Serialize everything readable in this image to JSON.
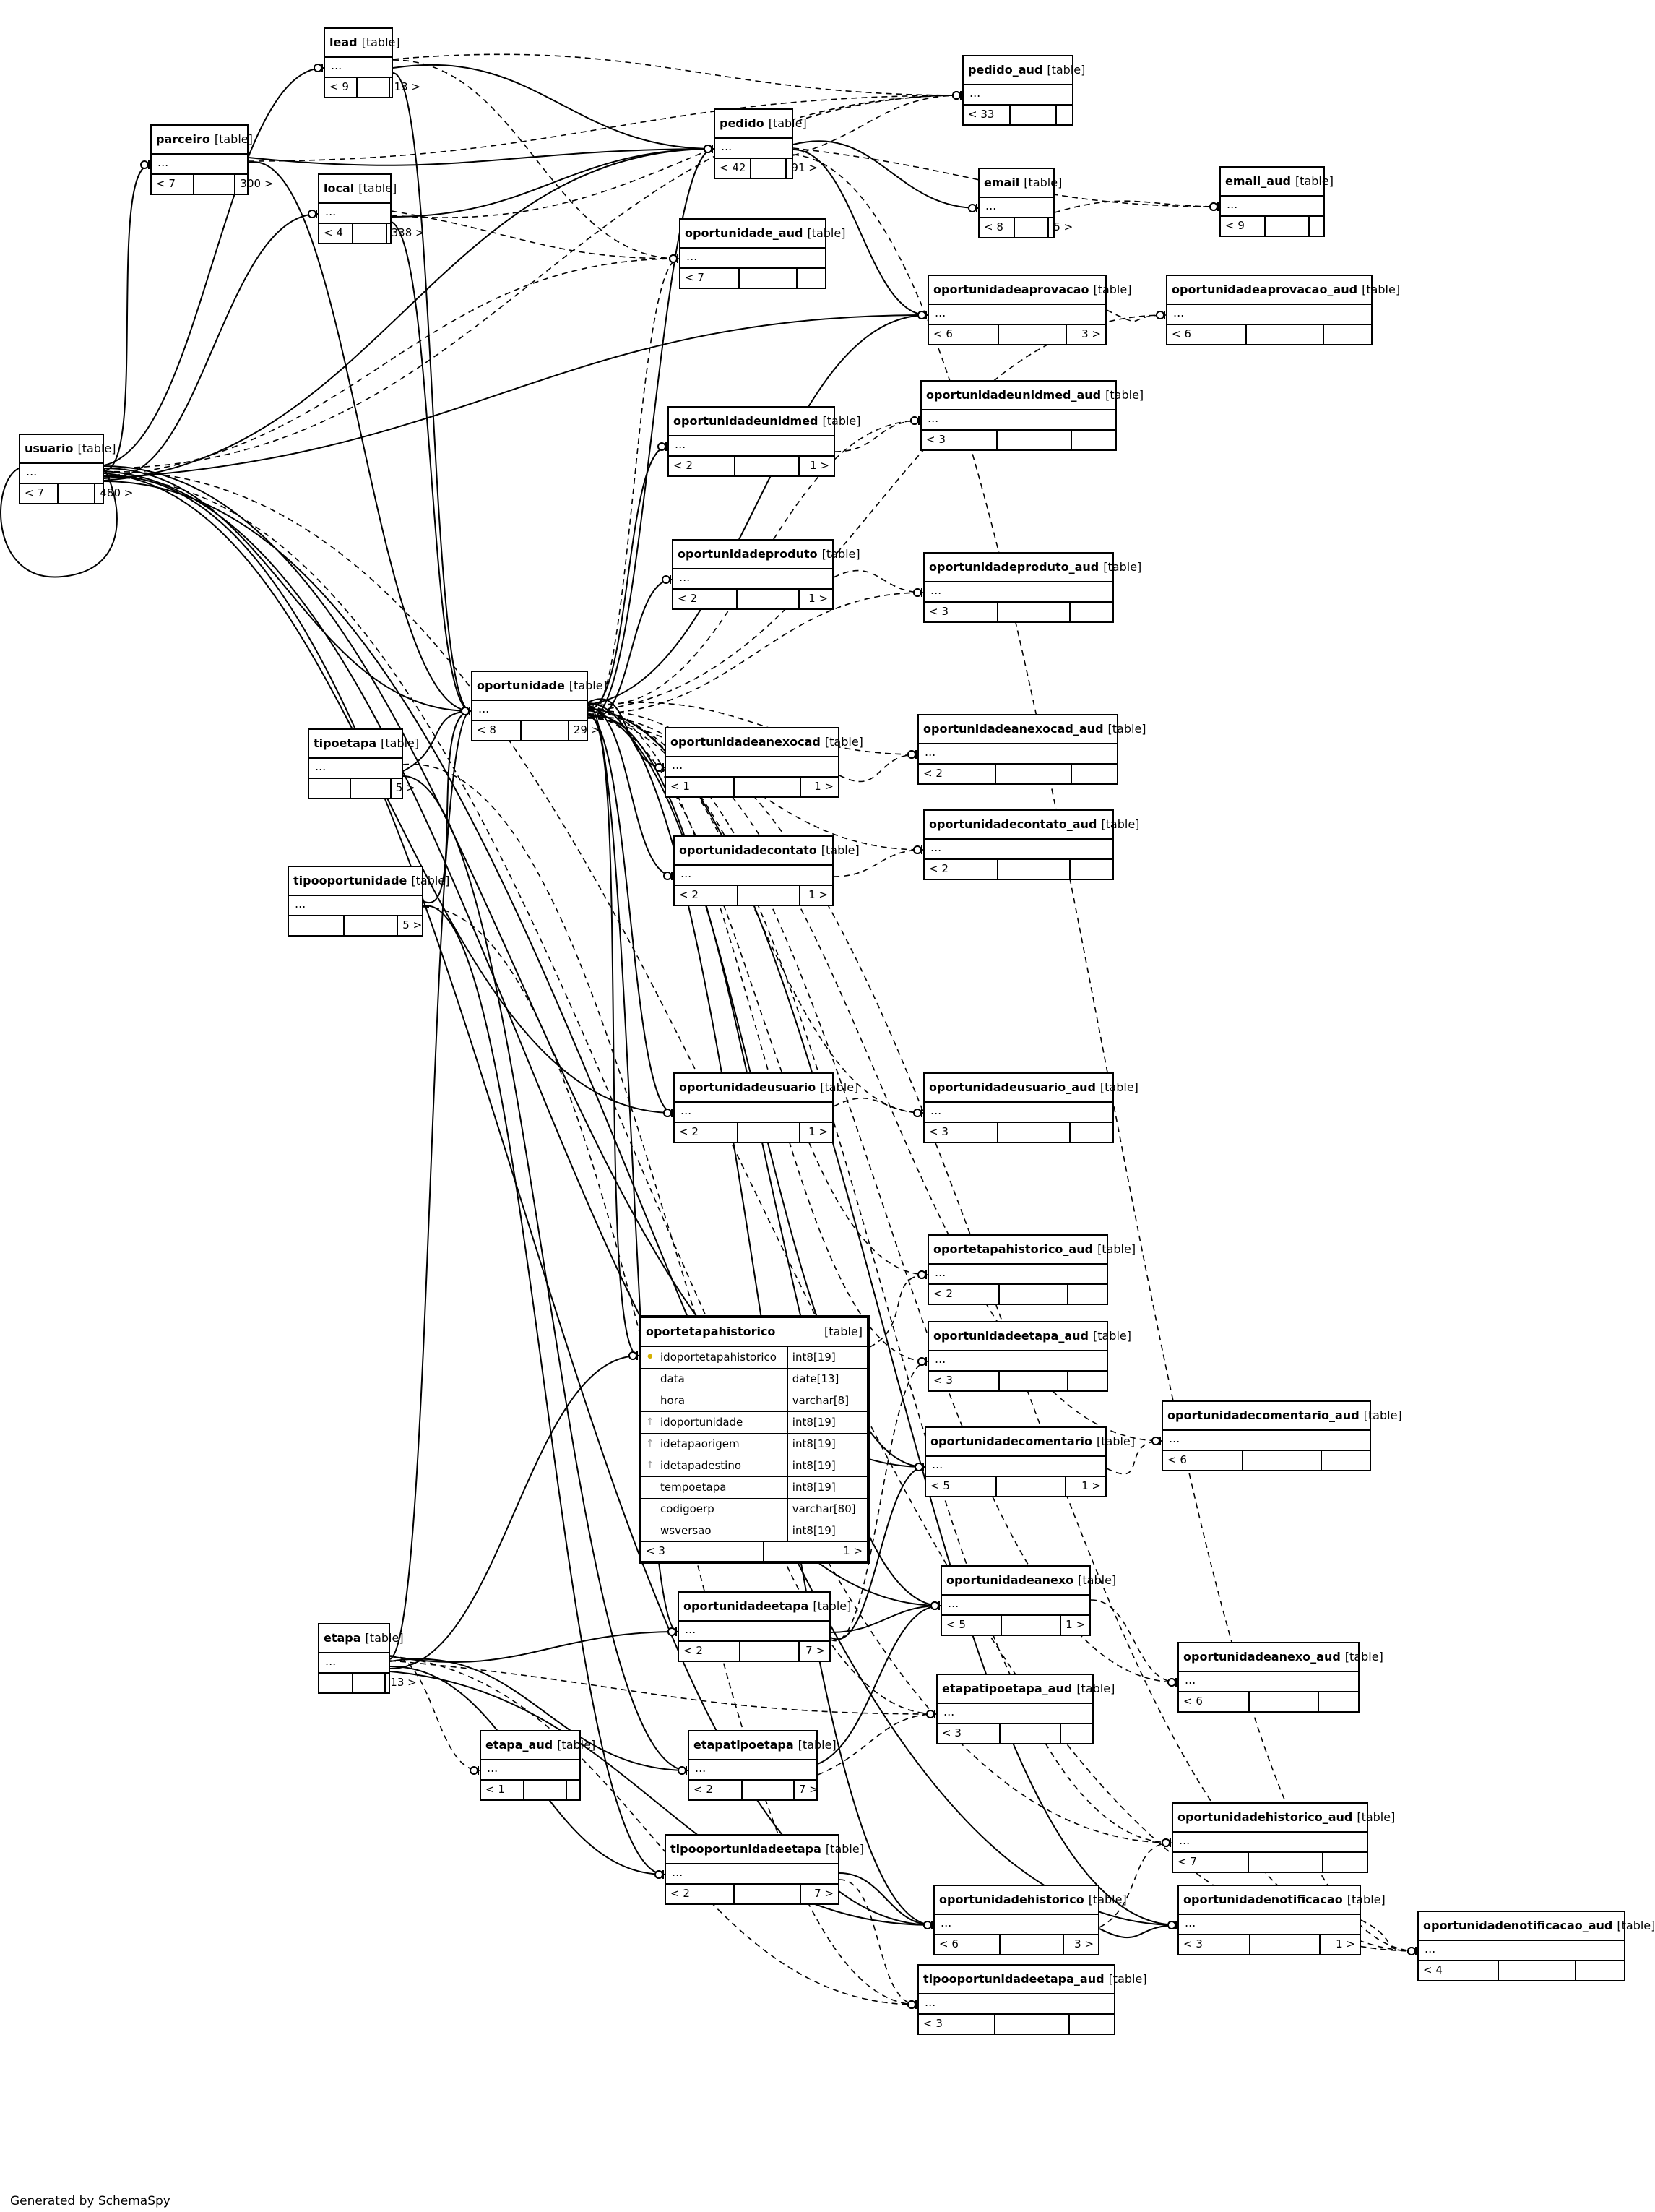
{
  "generated_by": "Generated by SchemaSpy",
  "tables": [
    {
      "id": "lead",
      "name": "lead",
      "tag": "[table]",
      "left": "< 9",
      "mid": "",
      "right": "13 >"
    },
    {
      "id": "parceiro",
      "name": "parceiro",
      "tag": "[table]",
      "left": "< 7",
      "mid": "",
      "right": "300 >"
    },
    {
      "id": "local",
      "name": "local",
      "tag": "[table]",
      "left": "< 4",
      "mid": "",
      "right": "338 >"
    },
    {
      "id": "usuario",
      "name": "usuario",
      "tag": "[table]",
      "left": "< 7",
      "mid": "",
      "right": "480 >"
    },
    {
      "id": "pedido_aud",
      "name": "pedido_aud",
      "tag": "[table]",
      "left": "< 33",
      "mid": "",
      "right": ""
    },
    {
      "id": "pedido",
      "name": "pedido",
      "tag": "[table]",
      "left": "< 42",
      "mid": "",
      "right": "91 >"
    },
    {
      "id": "email",
      "name": "email",
      "tag": "[table]",
      "left": "< 8",
      "mid": "",
      "right": "5 >"
    },
    {
      "id": "email_aud",
      "name": "email_aud",
      "tag": "[table]",
      "left": "< 9",
      "mid": "",
      "right": ""
    },
    {
      "id": "oportunidade_aud",
      "name": "oportunidade_aud",
      "tag": "[table]",
      "left": "< 7",
      "mid": "",
      "right": ""
    },
    {
      "id": "oportunidadeaprovacao",
      "name": "oportunidadeaprovacao",
      "tag": "[table]",
      "left": "< 6",
      "mid": "",
      "right": "3 >"
    },
    {
      "id": "oportunidadeaprovacao_aud",
      "name": "oportunidadeaprovacao_aud",
      "tag": "[table]",
      "left": "< 6",
      "mid": "",
      "right": ""
    },
    {
      "id": "oportunidadeunidmed",
      "name": "oportunidadeunidmed",
      "tag": "[table]",
      "left": "< 2",
      "mid": "",
      "right": "1 >"
    },
    {
      "id": "oportunidadeunidmed_aud",
      "name": "oportunidadeunidmed_aud",
      "tag": "[table]",
      "left": "< 3",
      "mid": "",
      "right": ""
    },
    {
      "id": "oportunidadeproduto",
      "name": "oportunidadeproduto",
      "tag": "[table]",
      "left": "< 2",
      "mid": "",
      "right": "1 >"
    },
    {
      "id": "oportunidadeproduto_aud",
      "name": "oportunidadeproduto_aud",
      "tag": "[table]",
      "left": "< 3",
      "mid": "",
      "right": ""
    },
    {
      "id": "oportunidade",
      "name": "oportunidade",
      "tag": "[table]",
      "left": "< 8",
      "mid": "",
      "right": "29 >"
    },
    {
      "id": "tipoetapa",
      "name": "tipoetapa",
      "tag": "[table]",
      "left": "",
      "mid": "",
      "right": "5 >"
    },
    {
      "id": "oportunidadeanexocad",
      "name": "oportunidadeanexocad",
      "tag": "[table]",
      "left": "< 1",
      "mid": "",
      "right": "1 >"
    },
    {
      "id": "oportunidadeanexocad_aud",
      "name": "oportunidadeanexocad_aud",
      "tag": "[table]",
      "left": "< 2",
      "mid": "",
      "right": ""
    },
    {
      "id": "oportunidadecontato",
      "name": "oportunidadecontato",
      "tag": "[table]",
      "left": "< 2",
      "mid": "",
      "right": "1 >"
    },
    {
      "id": "oportunidadecontato_aud",
      "name": "oportunidadecontato_aud",
      "tag": "[table]",
      "left": "< 2",
      "mid": "",
      "right": ""
    },
    {
      "id": "tipooportunidade",
      "name": "tipooportunidade",
      "tag": "[table]",
      "left": "",
      "mid": "",
      "right": "5 >"
    },
    {
      "id": "oportunidadeusuario",
      "name": "oportunidadeusuario",
      "tag": "[table]",
      "left": "< 2",
      "mid": "",
      "right": "1 >"
    },
    {
      "id": "oportunidadeusuario_aud",
      "name": "oportunidadeusuario_aud",
      "tag": "[table]",
      "left": "< 3",
      "mid": "",
      "right": ""
    },
    {
      "id": "oportetapahistorico_aud",
      "name": "oportetapahistorico_aud",
      "tag": "[table]",
      "left": "< 2",
      "mid": "",
      "right": ""
    },
    {
      "id": "oportunidadeetapa_aud",
      "name": "oportunidadeetapa_aud",
      "tag": "[table]",
      "left": "< 3",
      "mid": "",
      "right": ""
    },
    {
      "id": "oportunidadecomentario_aud",
      "name": "oportunidadecomentario_aud",
      "tag": "[table]",
      "left": "< 6",
      "mid": "",
      "right": ""
    },
    {
      "id": "oportunidadecomentario",
      "name": "oportunidadecomentario",
      "tag": "[table]",
      "left": "< 5",
      "mid": "",
      "right": "1 >"
    },
    {
      "id": "oportunidadeanexo",
      "name": "oportunidadeanexo",
      "tag": "[table]",
      "left": "< 5",
      "mid": "",
      "right": "1 >"
    },
    {
      "id": "oportunidadeetapa",
      "name": "oportunidadeetapa",
      "tag": "[table]",
      "left": "< 2",
      "mid": "",
      "right": "7 >"
    },
    {
      "id": "etapa",
      "name": "etapa",
      "tag": "[table]",
      "left": "",
      "mid": "",
      "right": "13 >"
    },
    {
      "id": "etapatipoetapa_aud",
      "name": "etapatipoetapa_aud",
      "tag": "[table]",
      "left": "< 3",
      "mid": "",
      "right": ""
    },
    {
      "id": "oportunidadeanexo_aud",
      "name": "oportunidadeanexo_aud",
      "tag": "[table]",
      "left": "< 6",
      "mid": "",
      "right": ""
    },
    {
      "id": "etapa_aud",
      "name": "etapa_aud",
      "tag": "[table]",
      "left": "< 1",
      "mid": "",
      "right": ""
    },
    {
      "id": "etapatipoetapa",
      "name": "etapatipoetapa",
      "tag": "[table]",
      "left": "< 2",
      "mid": "",
      "right": "7 >"
    },
    {
      "id": "oportunidadehistorico_aud",
      "name": "oportunidadehistorico_aud",
      "tag": "[table]",
      "left": "< 7",
      "mid": "",
      "right": ""
    },
    {
      "id": "tipooportunidadeetapa",
      "name": "tipooportunidadeetapa",
      "tag": "[table]",
      "left": "< 2",
      "mid": "",
      "right": "7 >"
    },
    {
      "id": "oportunidadehistorico",
      "name": "oportunidadehistorico",
      "tag": "[table]",
      "left": "< 6",
      "mid": "",
      "right": "3 >"
    },
    {
      "id": "oportunidadenotificacao",
      "name": "oportunidadenotificacao",
      "tag": "[table]",
      "left": "< 3",
      "mid": "",
      "right": "1 >"
    },
    {
      "id": "oportunidadenotificacao_aud",
      "name": "oportunidadenotificacao_aud",
      "tag": "[table]",
      "left": "< 4",
      "mid": "",
      "right": ""
    },
    {
      "id": "tipooportunidadeetapa_aud",
      "name": "tipooportunidadeetapa_aud",
      "tag": "[table]",
      "left": "< 3",
      "mid": "",
      "right": ""
    }
  ],
  "focus_table": {
    "name": "oportetapahistorico",
    "tag": "[table]",
    "columns": [
      {
        "name": "idoportetapahistorico",
        "type": "int8[19]",
        "key": "pk"
      },
      {
        "name": "data",
        "type": "date[13]",
        "key": ""
      },
      {
        "name": "hora",
        "type": "varchar[8]",
        "key": ""
      },
      {
        "name": "idoportunidade",
        "type": "int8[19]",
        "key": "fk"
      },
      {
        "name": "idetapaorigem",
        "type": "int8[19]",
        "key": "fk"
      },
      {
        "name": "idetapadestino",
        "type": "int8[19]",
        "key": "fk"
      },
      {
        "name": "tempoetapa",
        "type": "int8[19]",
        "key": ""
      },
      {
        "name": "codigoerp",
        "type": "varchar[80]",
        "key": ""
      },
      {
        "name": "wsversao",
        "type": "int8[19]",
        "key": ""
      }
    ],
    "left": "< 3",
    "right": "1 >"
  },
  "relationships_solid": [
    [
      "usuario",
      "lead"
    ],
    [
      "usuario",
      "parceiro"
    ],
    [
      "usuario",
      "local"
    ],
    [
      "usuario",
      "pedido"
    ],
    [
      "usuario",
      "oportunidade"
    ],
    [
      "usuario",
      "oportunidadeusuario"
    ],
    [
      "usuario",
      "oportunidadeaprovacao"
    ],
    [
      "usuario",
      "oportunidadecomentario"
    ],
    [
      "usuario",
      "oportunidadeanexo"
    ],
    [
      "usuario",
      "oportunidadehistorico"
    ],
    [
      "usuario",
      "oportunidadenotificacao"
    ],
    [
      "usuario",
      "usuario"
    ],
    [
      "lead",
      "pedido"
    ],
    [
      "lead",
      "oportunidade"
    ],
    [
      "parceiro",
      "pedido"
    ],
    [
      "parceiro",
      "oportunidade"
    ],
    [
      "local",
      "pedido"
    ],
    [
      "local",
      "oportunidade"
    ],
    [
      "pedido",
      "email"
    ],
    [
      "pedido",
      "oportunidadeaprovacao"
    ],
    [
      "oportunidade",
      "pedido"
    ],
    [
      "oportunidade",
      "oportunidadeaprovacao"
    ],
    [
      "oportunidade",
      "oportunidadeunidmed"
    ],
    [
      "oportunidade",
      "oportunidadeproduto"
    ],
    [
      "oportunidade",
      "oportunidadeanexocad"
    ],
    [
      "oportunidade",
      "oportunidadecontato"
    ],
    [
      "oportunidade",
      "oportunidadeusuario"
    ],
    [
      "oportunidade",
      "oportetapahistorico"
    ],
    [
      "oportunidade",
      "oportunidadeetapa"
    ],
    [
      "oportunidade",
      "oportunidadecomentario"
    ],
    [
      "oportunidade",
      "oportunidadeanexo"
    ],
    [
      "oportunidade",
      "oportunidadehistorico"
    ],
    [
      "oportunidade",
      "oportunidadenotificacao"
    ],
    [
      "tipoetapa",
      "oportunidade"
    ],
    [
      "tipoetapa",
      "etapatipoetapa"
    ],
    [
      "tipooportunidade",
      "oportunidade"
    ],
    [
      "tipooportunidade",
      "tipooportunidadeetapa"
    ],
    [
      "etapa",
      "oportetapahistorico"
    ],
    [
      "etapa",
      "oportunidadeetapa"
    ],
    [
      "etapa",
      "etapatipoetapa"
    ],
    [
      "etapa",
      "tipooportunidadeetapa"
    ],
    [
      "etapa",
      "oportunidadehistorico"
    ],
    [
      "etapa",
      "oportunidade"
    ],
    [
      "oportunidadeetapa",
      "oportunidadeanexo"
    ],
    [
      "oportunidadeetapa",
      "oportunidadecomentario"
    ],
    [
      "etapatipoetapa",
      "oportunidadeanexo"
    ],
    [
      "tipooportunidadeetapa",
      "oportunidadehistorico"
    ],
    [
      "oportunidadehistorico",
      "oportunidadenotificacao"
    ]
  ],
  "relationships_dashed": [
    [
      "lead",
      "pedido_aud"
    ],
    [
      "parceiro",
      "pedido_aud"
    ],
    [
      "local",
      "pedido_aud"
    ],
    [
      "pedido",
      "pedido_aud"
    ],
    [
      "usuario",
      "pedido_aud"
    ],
    [
      "pedido",
      "email_aud"
    ],
    [
      "email",
      "email_aud"
    ],
    [
      "lead",
      "oportunidade_aud"
    ],
    [
      "local",
      "oportunidade_aud"
    ],
    [
      "usuario",
      "oportunidade_aud"
    ],
    [
      "oportunidade",
      "oportunidade_aud"
    ],
    [
      "oportunidadeaprovacao",
      "oportunidadeaprovacao_aud"
    ],
    [
      "oportunidade",
      "oportunidadeaprovacao_aud"
    ],
    [
      "oportunidadeunidmed",
      "oportunidadeunidmed_aud"
    ],
    [
      "oportunidade",
      "oportunidadeunidmed_aud"
    ],
    [
      "oportunidadeproduto",
      "oportunidadeproduto_aud"
    ],
    [
      "oportunidade",
      "oportunidadeproduto_aud"
    ],
    [
      "oportunidadeanexocad",
      "oportunidadeanexocad_aud"
    ],
    [
      "oportunidade",
      "oportunidadeanexocad_aud"
    ],
    [
      "oportunidadecontato",
      "oportunidadecontato_aud"
    ],
    [
      "oportunidade",
      "oportunidadecontato_aud"
    ],
    [
      "oportunidadeusuario",
      "oportunidadeusuario_aud"
    ],
    [
      "oportunidade",
      "oportunidadeusuario_aud"
    ],
    [
      "oportunidade",
      "oportetapahistorico_aud"
    ],
    [
      "oportetapahistorico",
      "oportetapahistorico_aud"
    ],
    [
      "oportunidade",
      "oportunidadeetapa_aud"
    ],
    [
      "oportunidadecomentario",
      "oportunidadecomentario_aud"
    ],
    [
      "oportunidade",
      "oportunidadecomentario_aud"
    ],
    [
      "oportunidadeanexo",
      "oportunidadeanexo_aud"
    ],
    [
      "oportunidade",
      "oportunidadeanexo_aud"
    ],
    [
      "etapatipoetapa",
      "etapatipoetapa_aud"
    ],
    [
      "etapa",
      "etapa_aud"
    ],
    [
      "etapa",
      "etapatipoetapa_aud"
    ],
    [
      "oportunidadehistorico",
      "oportunidadehistorico_aud"
    ],
    [
      "oportunidade",
      "oportunidadehistorico_aud"
    ],
    [
      "oportunidadenotificacao",
      "oportunidadenotificacao_aud"
    ],
    [
      "oportunidade",
      "oportunidadenotificacao_aud"
    ],
    [
      "tipooportunidadeetapa",
      "tipooportunidadeetapa_aud"
    ],
    [
      "etapa",
      "tipooportunidadeetapa_aud"
    ],
    [
      "usuario",
      "oportunidadenotificacao_aud"
    ],
    [
      "usuario",
      "oportunidadehistorico_aud"
    ],
    [
      "oportunidadeetapa",
      "oportunidadeetapa_aud"
    ],
    [
      "tipoetapa",
      "etapatipoetapa_aud"
    ],
    [
      "tipooportunidade",
      "tipooportunidadeetapa_aud"
    ],
    [
      "pedido",
      "oportunidadenotificacao_aud"
    ]
  ]
}
